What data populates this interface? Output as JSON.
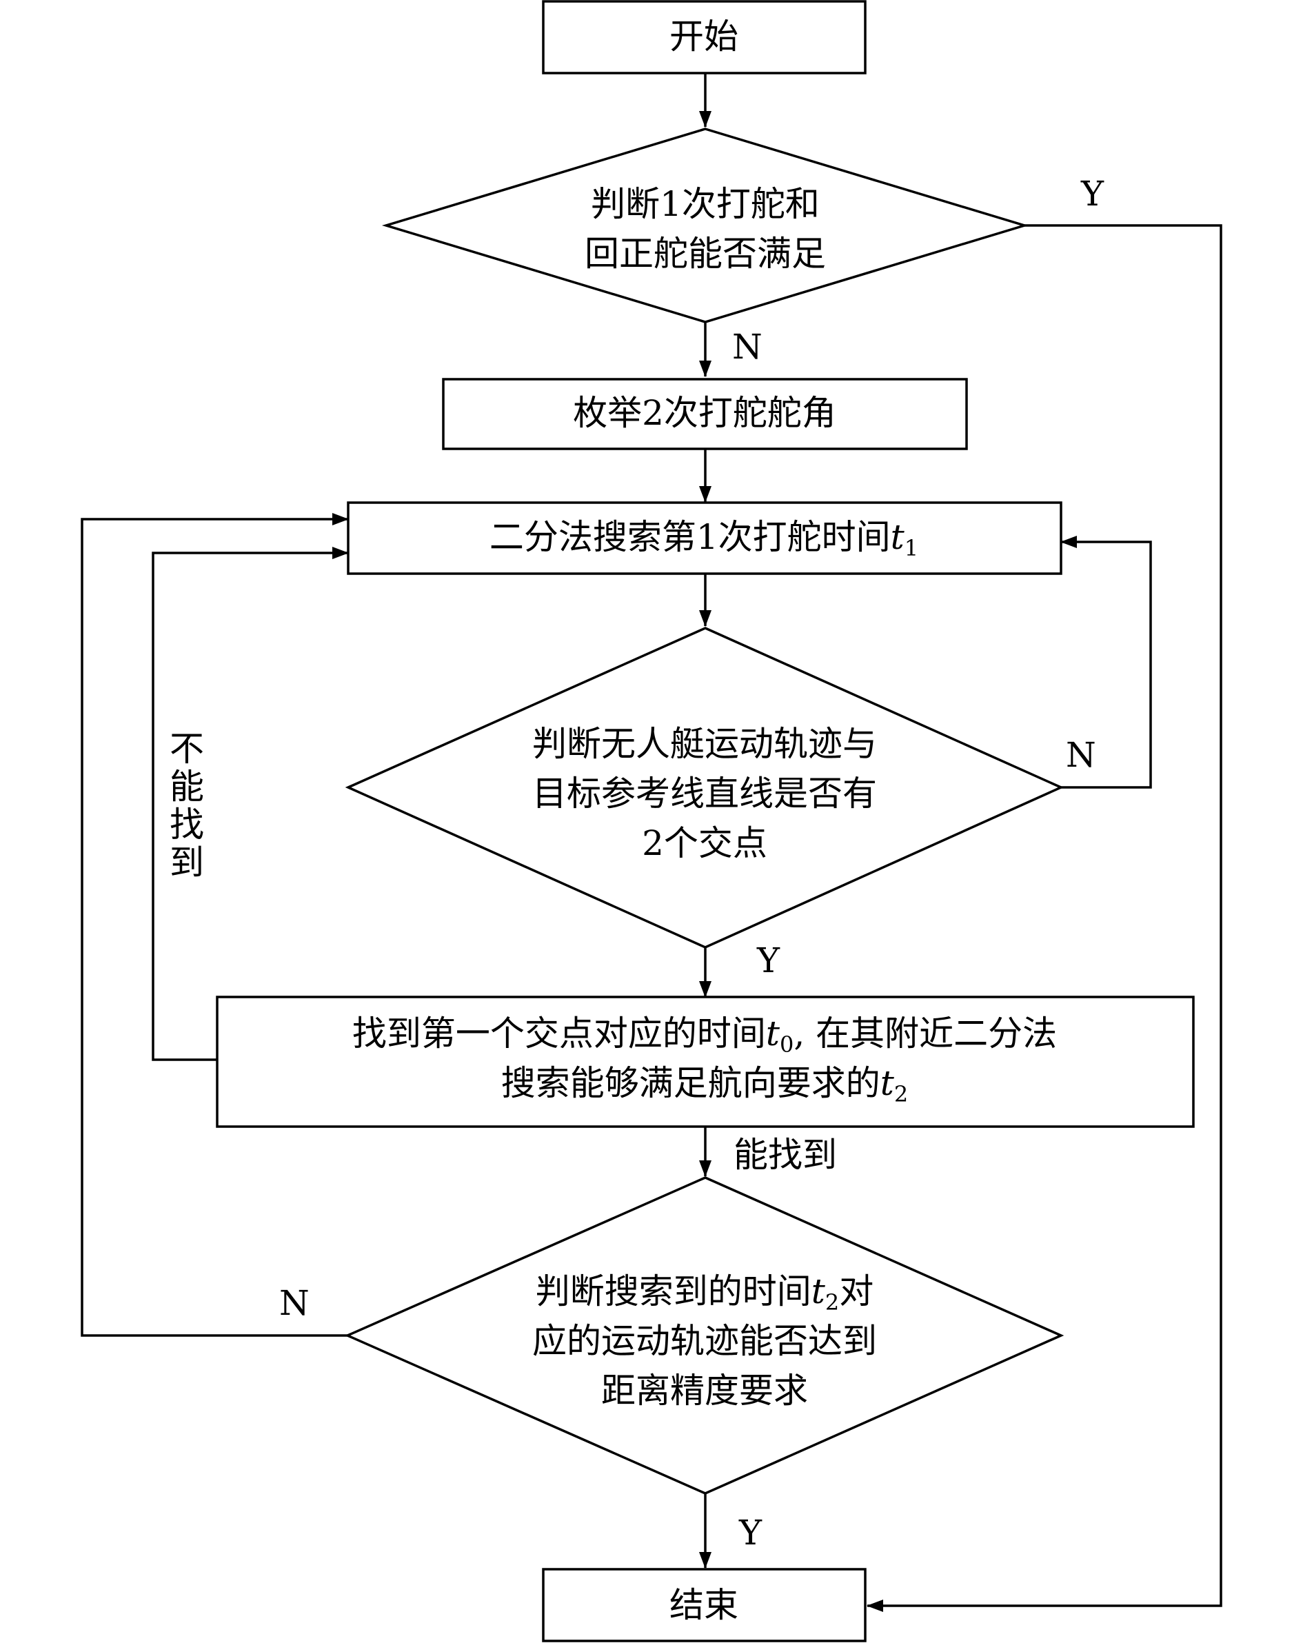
{
  "nodes": {
    "start": {
      "text": "开始"
    },
    "check_one_turn": {
      "lines": [
        "判断1次打舵和",
        "回正舵能否满足"
      ]
    },
    "enumerate_angle": {
      "text": "枚举2次打舵舵角"
    },
    "bisect_t1": {
      "text": "二分法搜索第1次打舵时间",
      "var": "t",
      "sub": "1"
    },
    "check_intersections": {
      "lines": [
        "判断无人艇运动轨迹与",
        "目标参考线直线是否有",
        "2个交点"
      ]
    },
    "find_t2": {
      "line1_pre": "找到第一个交点对应的时间",
      "line1_var": "t",
      "line1_sub": "0",
      "line1_post": ", 在其附近二分法",
      "line2_pre": "搜索能够满足航向要求的",
      "line2_var": "t",
      "line2_sub": "2"
    },
    "check_precision": {
      "line1_pre": "判断搜索到的时间",
      "line1_var": "t",
      "line1_sub": "2",
      "line1_post": "对",
      "line2": "应的运动轨迹能否达到",
      "line3": "距离精度要求"
    },
    "end": {
      "text": "结束"
    }
  },
  "edge_labels": {
    "check_one_turn_yes": "Y",
    "check_one_turn_no": "N",
    "check_intersections_no": "N",
    "check_intersections_yes": "Y",
    "find_t2_found": "能找到",
    "find_t2_not_found": [
      "不",
      "能",
      "找",
      "到"
    ],
    "check_precision_no": "N",
    "check_precision_yes": "Y"
  }
}
